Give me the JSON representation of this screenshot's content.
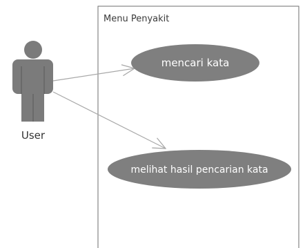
{
  "system": {
    "title": "Menu Penyakit"
  },
  "actor": {
    "name": "User"
  },
  "use_cases": [
    {
      "label": "mencari kata"
    },
    {
      "label": "melihat hasil pencarian kata"
    }
  ],
  "colors": {
    "boundary": "#6e6e6e",
    "usecase_fill": "#7f7f7f",
    "actor_fill": "#7b7b7b",
    "actor_line": "#5f5f5f",
    "association": "#a8a8a8"
  }
}
